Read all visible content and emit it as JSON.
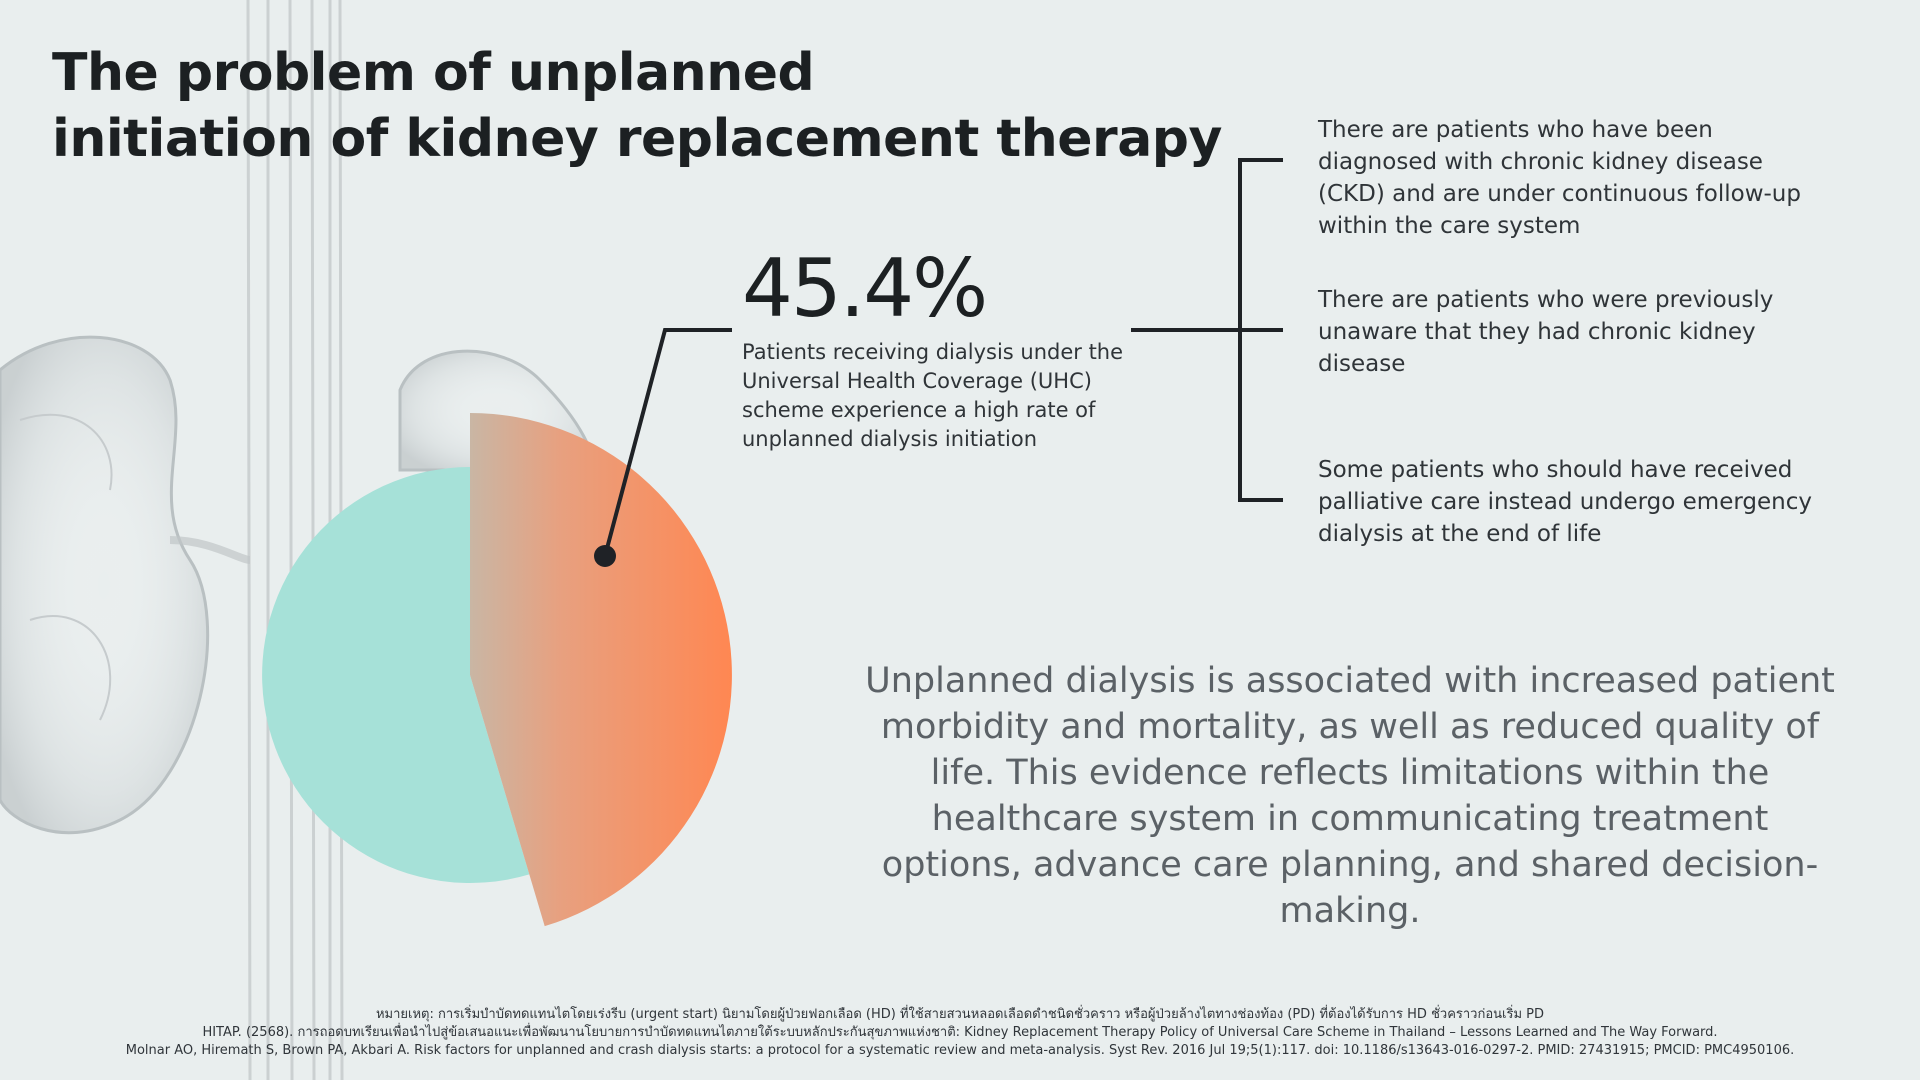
{
  "title": {
    "line1": "The problem of unplanned",
    "line2": "initiation of kidney replacement therapy"
  },
  "stat": {
    "value": "45.4%",
    "description": "Patients receiving dialysis under the Universal Health Coverage (UHC) scheme experience a high rate of unplanned dialysis initiation"
  },
  "points": [
    "There are patients who have been diagnosed with chronic kidney disease (CKD) and are under continuous follow-up within the care system",
    "There are patients who were previously unaware that they had chronic kidney disease",
    "Some patients who should have received palliative care instead undergo emergency dialysis at the end of life"
  ],
  "summary": "Unplanned dialysis is associated with increased patient morbidity and mortality, as well as reduced quality of life. This evidence reflects limitations within the healthcare system in communicating treatment options, advance care planning, and shared decision-making.",
  "footnotes": {
    "note": "หมายเหตุ: การเริ่มบำบัดทดแทนไตโดยเร่งรีบ (urgent start) นิยามโดยผู้ป่วยฟอกเลือด (HD) ที่ใช้สายสวนหลอดเลือดดำชนิดชั่วคราว หรือผู้ป่วยล้างไตทางช่องท้อง (PD) ที่ต้องได้รับการ HD ชั่วคราวก่อนเริ่ม PD",
    "ref1": "HITAP. (2568). การถอดบทเรียนเพื่อนำไปสู่ข้อเสนอแนะเพื่อพัฒนานโยบายการบำบัดทดแทนไตภายใต้ระบบหลักประกันสุขภาพแห่งชาติ: Kidney Replacement Therapy Policy of Universal Care Scheme in Thailand – Lessons Learned and The Way Forward.",
    "ref2": "Molnar AO, Hiremath S, Brown PA, Akbari A. Risk factors for unplanned and crash dialysis starts: a protocol for a systematic review and meta-analysis. Syst Rev. 2016 Jul 19;5(1):117. doi: 10.1186/s13643-016-0297-2. PMID: 27431915; PMCID: PMC4950106."
  },
  "chart_data": {
    "type": "pie",
    "slices": [
      {
        "value": 45.4,
        "color": "#ff8a5c"
      },
      {
        "value": 54.6,
        "color": "#a6e1d8"
      }
    ]
  },
  "colors": {
    "background": "#e9eeee",
    "highlight": "#ff8a5c",
    "remainder": "#a6e1d8",
    "connector": "#1f2226"
  }
}
